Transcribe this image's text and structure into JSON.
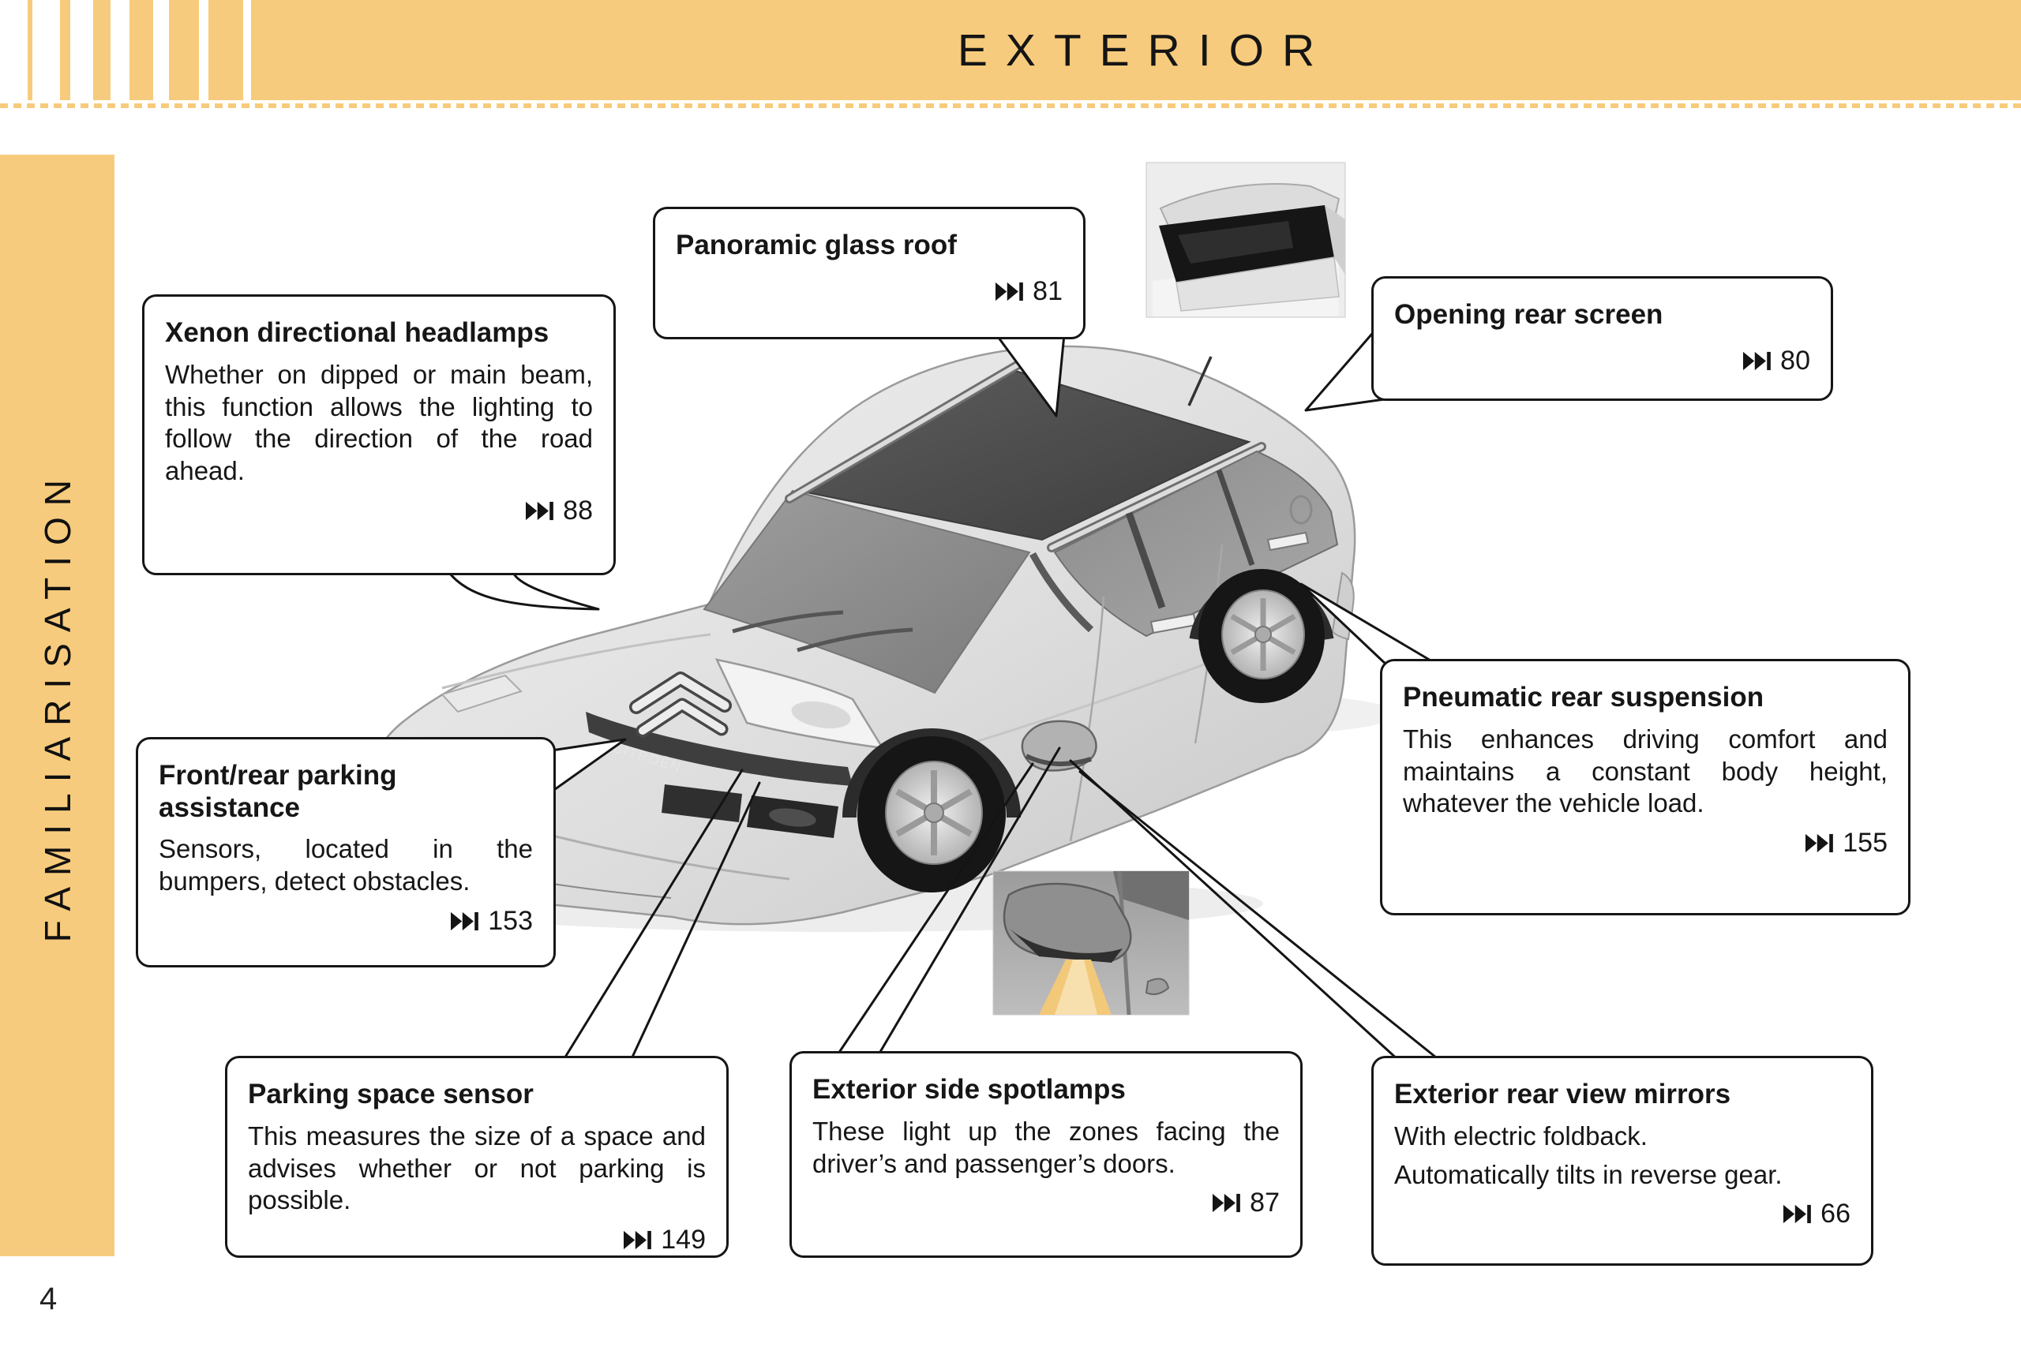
{
  "header": {
    "title": "EXTERIOR"
  },
  "sidebar": {
    "label": "FAMILIARISATION"
  },
  "footer": {
    "page_number": "4"
  },
  "colors": {
    "accent": "#F7CB7D",
    "ink": "#161616",
    "beam_yellow": "#F2C879"
  },
  "icons": {
    "page_ref": "fast-forward-icon"
  },
  "vehicle": {
    "badge": "CITROËN"
  },
  "callouts": [
    {
      "id": "panoramic-glass-roof",
      "title": "Panoramic glass roof",
      "body": "",
      "page_ref": "81"
    },
    {
      "id": "opening-rear-screen",
      "title": "Opening rear screen",
      "body": "",
      "page_ref": "80"
    },
    {
      "id": "xenon-directional-headlamps",
      "title": "Xenon directional headlamps",
      "body": "Whether on dipped or main beam, this function allows the lighting to follow the direction of the road ahead.",
      "page_ref": "88"
    },
    {
      "id": "front-rear-parking-assistance",
      "title": "Front/rear parking assistance",
      "body": "Sensors, located in the bumpers, detect obstacles.",
      "page_ref": "153"
    },
    {
      "id": "pneumatic-rear-suspension",
      "title": "Pneumatic rear suspension",
      "body": "This enhances driving comfort and maintains a constant body height, whatever the vehicle load.",
      "page_ref": "155"
    },
    {
      "id": "parking-space-sensor",
      "title": "Parking space sensor",
      "body": "This measures the size of a space and advises whether or not parking is possible.",
      "page_ref": "149"
    },
    {
      "id": "exterior-side-spotlamps",
      "title": "Exterior side spotlamps",
      "body": "These light up the zones facing the driver’s and passenger’s doors.",
      "page_ref": "87"
    },
    {
      "id": "exterior-rear-view-mirrors",
      "title": "Exterior rear view mirrors",
      "body": "With electric foldback.",
      "body2": "Automatically tilts in reverse gear.",
      "page_ref": "66"
    }
  ]
}
